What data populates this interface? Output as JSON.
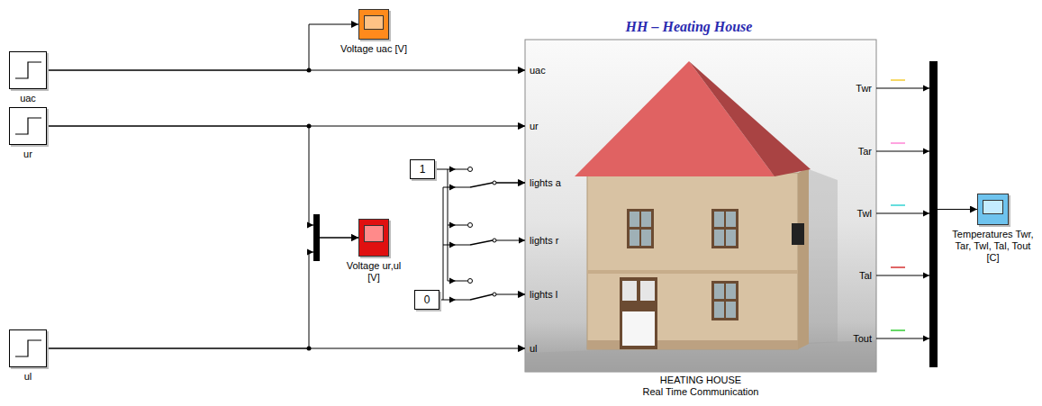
{
  "diagram": {
    "title": "HH – Heating House",
    "nodes": [
      {
        "text": [
          "uac"
        ]
      },
      {
        "text": [
          "ur"
        ]
      },
      {
        "text": [
          "ul"
        ]
      },
      {
        "text": [
          "Voltage uac [V]"
        ]
      },
      {
        "text": [
          "1"
        ]
      },
      {
        "text": [
          "0"
        ]
      },
      {
        "text": [
          "Voltage ur,ul [V]"
        ]
      },
      {
        "text": [
          "HEATING HOUSE",
          "Real Time Communication"
        ]
      },
      {
        "text": [
          "Temperatures Twr, Tar, Twl, Tal, Tout [C]"
        ]
      }
    ],
    "edges": [
      {
        "from": 0,
        "to": 3,
        "arrow": "to"
      },
      {
        "from": 0,
        "to": 7,
        "arrow": "to"
      },
      {
        "from": 1,
        "to": 7,
        "arrow": "to"
      },
      {
        "from": 1,
        "to": 6,
        "arrow": "to"
      },
      {
        "from": 2,
        "to": 7,
        "arrow": "to"
      },
      {
        "from": 2,
        "to": 6,
        "arrow": "to"
      },
      {
        "from": 4,
        "to": 7,
        "arrow": "to"
      },
      {
        "from": 5,
        "to": 7,
        "arrow": "to"
      },
      {
        "from": 7,
        "to": 8,
        "arrow": "to"
      }
    ],
    "labels": [
      "uac",
      "ur",
      "lights a",
      "lights r",
      "lights l",
      "ul",
      "Twr",
      "Tar",
      "Twl",
      "Tal",
      "Tout"
    ]
  }
}
